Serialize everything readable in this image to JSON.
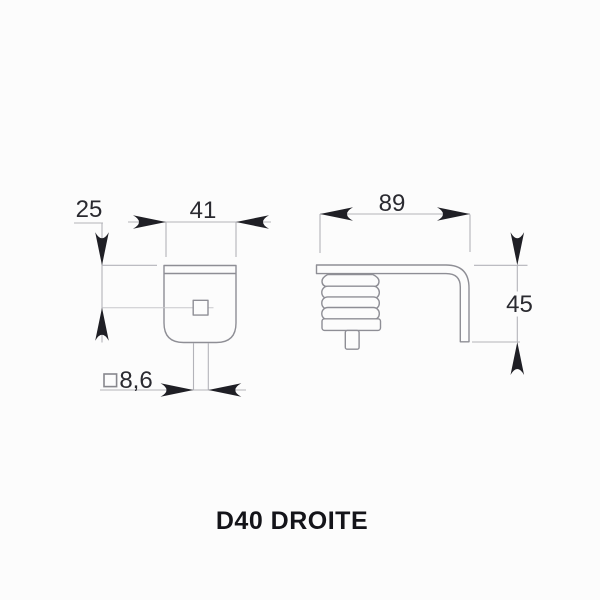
{
  "drawing": {
    "caption": "D40 DROITE",
    "dimensions": {
      "front_width": "41",
      "front_top_to_hole_center": "25",
      "hole_square_size": "8,6",
      "side_length": "89",
      "side_height": "45"
    },
    "symbols": {
      "square_section": "□"
    },
    "colors": {
      "background": "#fcfcfc",
      "part_outline": "#8e8e95",
      "dimension_line": "#b3b3b9",
      "center_line": "#c8c8cc",
      "arrowhead": "#1f1f25",
      "dimension_text": "#2a2a30",
      "caption_text": "#141419"
    }
  }
}
